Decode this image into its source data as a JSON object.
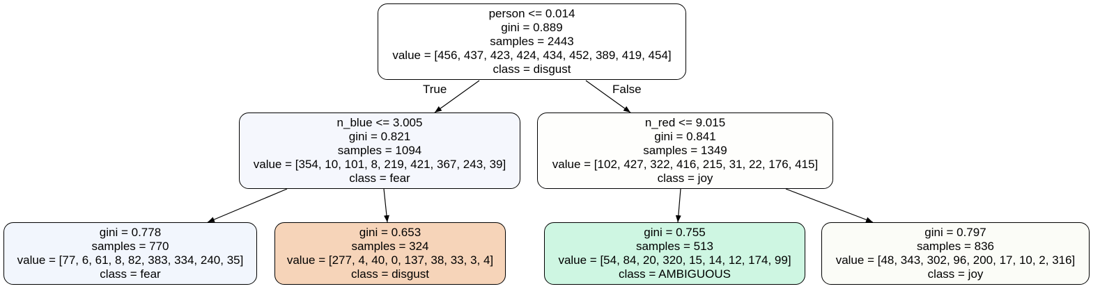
{
  "nodes": {
    "root": {
      "split": "person <= 0.014",
      "gini": "gini = 0.889",
      "samples": "samples = 2443",
      "value": "value = [456, 437, 423, 424, 434, 452, 389, 419, 454]",
      "class": "class = disgust",
      "fill": "#ffffff"
    },
    "left": {
      "split": "n_blue <= 3.005",
      "gini": "gini = 0.821",
      "samples": "samples = 1094",
      "value": "value = [354, 10, 101, 8, 219, 421, 367, 243, 39]",
      "class": "class = fear",
      "fill": "#f5f7fd"
    },
    "right": {
      "split": "n_red <= 9.015",
      "gini": "gini = 0.841",
      "samples": "samples = 1349",
      "value": "value = [102, 427, 322, 416, 215, 31, 22, 176, 415]",
      "class": "class = joy",
      "fill": "#fefefc"
    },
    "leaf1": {
      "gini": "gini = 0.778",
      "samples": "samples = 770",
      "value": "value = [77, 6, 61, 8, 82, 383, 334, 240, 35]",
      "class": "class = fear",
      "fill": "#f2f6fd"
    },
    "leaf2": {
      "gini": "gini = 0.653",
      "samples": "samples = 324",
      "value": "value = [277, 4, 40, 0, 137, 38, 33, 3, 4]",
      "class": "class = disgust",
      "fill": "#f6d4b9"
    },
    "leaf3": {
      "gini": "gini = 0.755",
      "samples": "samples = 513",
      "value": "value = [54, 84, 20, 320, 15, 14, 12, 174, 99]",
      "class": "class = AMBIGUOUS",
      "fill": "#cef6e2"
    },
    "leaf4": {
      "gini": "gini = 0.797",
      "samples": "samples = 836",
      "value": "value = [48, 343, 302, 96, 200, 17, 10, 2, 316]",
      "class": "class = joy",
      "fill": "#fbfcf7"
    }
  },
  "edge_labels": {
    "true": "True",
    "false": "False"
  }
}
